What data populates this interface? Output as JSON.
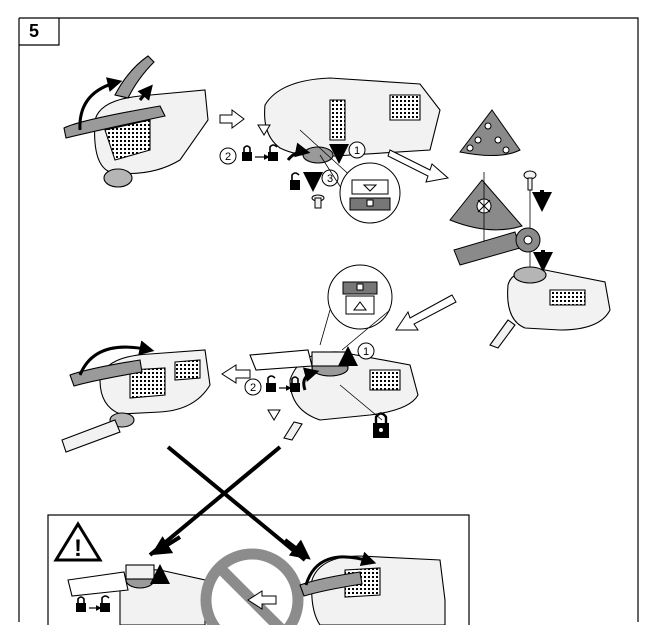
{
  "figure": {
    "number": "5",
    "step_numbers": {
      "one_a": "1",
      "two_a": "2",
      "three_a": "3",
      "one_b": "1",
      "two_b": "2"
    },
    "warning_mark": "!",
    "icons": {
      "lock": "lock-icon",
      "unlock": "unlock-icon",
      "warning": "warning-triangle-icon",
      "prohibited": "prohibition-icon"
    },
    "colors": {
      "line": "#000000",
      "tool_body": "#f2f2f2",
      "tool_shade": "#b5b5b5",
      "accessory_gray": "#9a9a9a",
      "prohibition": "#8c8c8c",
      "background": "#ffffff"
    }
  }
}
